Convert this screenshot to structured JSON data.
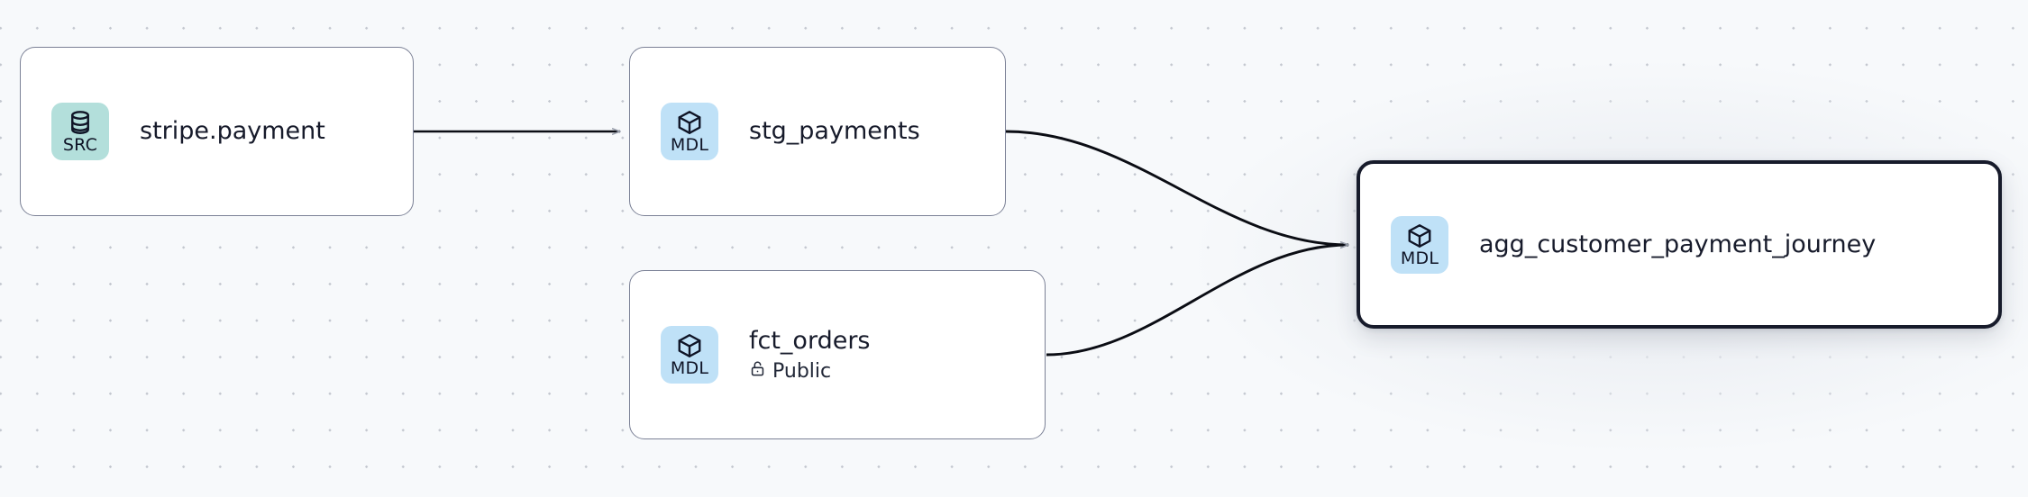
{
  "canvas": {
    "background_color": "#f7f9fb",
    "grid_dot_color": "#c3c7cf",
    "edge_color": "#0b0d14",
    "selected_border_color": "#171b2b",
    "node_border_color": "#7b8196",
    "node_fill_color": "#ffffff"
  },
  "nodes": [
    {
      "id": "stripe-payment",
      "title": "stripe.payment",
      "badge_label": "SRC",
      "badge_icon": "database-icon",
      "badge_color": "#b3dfdb",
      "selected": false,
      "meta": null
    },
    {
      "id": "stg-payments",
      "title": "stg_payments",
      "badge_label": "MDL",
      "badge_icon": "cube-icon",
      "badge_color": "#bfe1f7",
      "selected": false,
      "meta": null
    },
    {
      "id": "fct-orders",
      "title": "fct_orders",
      "badge_label": "MDL",
      "badge_icon": "cube-icon",
      "badge_color": "#bfe1f7",
      "selected": false,
      "meta": {
        "icon": "unlock-icon",
        "label": "Public"
      }
    },
    {
      "id": "agg-journey",
      "title": "agg_customer_payment_journey",
      "badge_label": "MDL",
      "badge_icon": "cube-icon",
      "badge_color": "#bfe1f7",
      "selected": true,
      "meta": null
    }
  ],
  "edges": [
    {
      "from": "stripe-payment",
      "to": "stg-payments",
      "style": "straight",
      "arrow": true
    },
    {
      "from": "stg-payments",
      "to": "agg-journey",
      "style": "bezier",
      "arrow": true
    },
    {
      "from": "fct-orders",
      "to": "agg-journey",
      "style": "bezier",
      "arrow": true
    }
  ]
}
